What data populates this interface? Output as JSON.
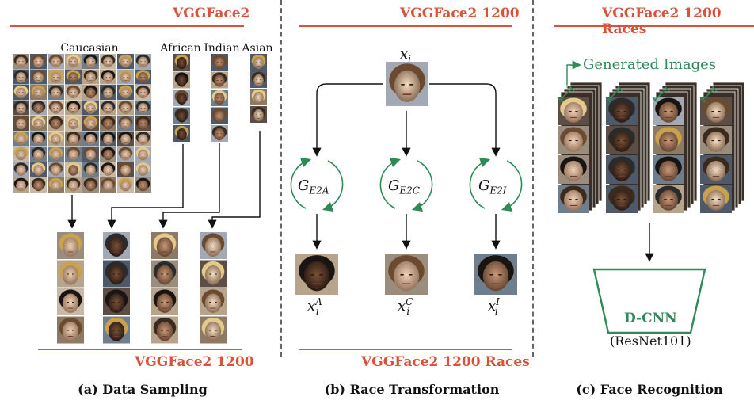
{
  "panel_a": {
    "top_title": "VGGFace2",
    "bottom_title": "VGGFace2 1200",
    "caption": "(a) Data Sampling",
    "groups": [
      "Caucasian",
      "African",
      "Indian",
      "Asian"
    ]
  },
  "panel_b": {
    "top_title": "VGGFace2 1200",
    "bottom_title": "VGGFace2 1200 Races",
    "caption": "(b) Race Transformation",
    "input_label": "x",
    "input_sub": "i",
    "generators": [
      {
        "base": "G",
        "sub": "E2A"
      },
      {
        "base": "G",
        "sub": "E2C"
      },
      {
        "base": "G",
        "sub": "E2I"
      }
    ],
    "outputs": [
      {
        "base": "x",
        "sub": "i",
        "sup": "A"
      },
      {
        "base": "x",
        "sub": "i",
        "sup": "C"
      },
      {
        "base": "x",
        "sub": "i",
        "sup": "I"
      }
    ]
  },
  "panel_c": {
    "top_title": "VGGFace2 1200 Races",
    "caption": "(c) Face Recognition",
    "generated_label": "Generated Images",
    "model_name": "D-CNN",
    "model_backbone": "(ResNet101)"
  },
  "colors": {
    "accent_red": "#d9533a",
    "accent_green": "#2e8b57"
  }
}
